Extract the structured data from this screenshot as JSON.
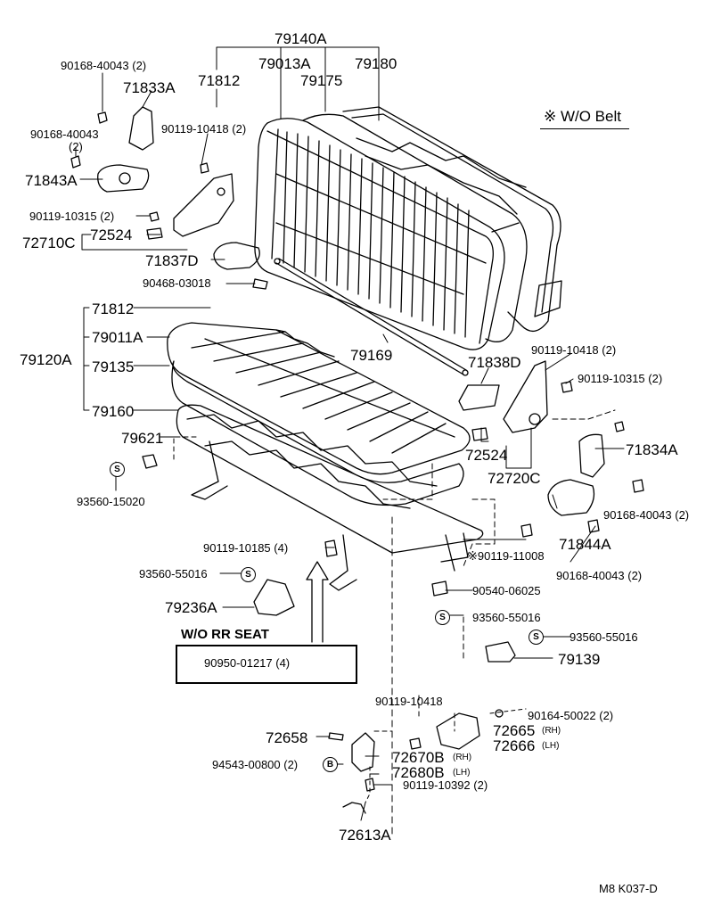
{
  "note_wo_belt": "※ W/O Belt",
  "box_title": "W/O RR SEAT",
  "box_part": "90950-01217 (4)",
  "diagram_code": "M8  K037-D",
  "symbols": {
    "s": "S",
    "b": "B"
  },
  "parts": {
    "p79140A": "79140A",
    "p79013A": "79013A",
    "p79180": "79180",
    "p79175": "79175",
    "p71812_top": "71812",
    "p90168_40043_a": "90168-40043 (2)",
    "p71833A": "71833A",
    "p90168_40043_b": "90168-40043",
    "p90168_40043_b2": "(2)",
    "p71843A": "71843A",
    "p90119_10418_top": "90119-10418 (2)",
    "p90119_10315_top": "90119-10315 (2)",
    "p72710C": "72710C",
    "p72524_top": "72524",
    "p71837D": "71837D",
    "p90468_03018": "90468-03018",
    "p71812_mid": "71812",
    "p79011A": "79011A",
    "p79120A": "79120A",
    "p79135": "79135",
    "p79160": "79160",
    "p79169": "79169",
    "p79621": "79621",
    "p93560_15020": "93560-15020",
    "p71838D": "71838D",
    "p90119_10418_right": "90119-10418 (2)",
    "p90119_10315_right": "90119-10315 (2)",
    "p72524_right": "72524",
    "p71834A": "71834A",
    "p72720C": "72720C",
    "p90168_40043_right": "90168-40043 (2)",
    "p71844A": "71844A",
    "p90119_11008": "※90119-11008",
    "p90168_40043_right2": "90168-40043 (2)",
    "p90119_10185": "90119-10185 (4)",
    "p93560_55016_a": "93560-55016",
    "p90540_06025": "90540-06025",
    "p79236A": "79236A",
    "p93560_55016_b": "93560-55016",
    "p93560_55016_c": "93560-55016",
    "p79139": "79139",
    "p90119_10418_low": "90119-10418",
    "p90164_50022": "90164-50022 (2)",
    "p72658": "72658",
    "p72665": "72665",
    "p72665_side": "(RH)",
    "p72666": "72666",
    "p72666_side": "(LH)",
    "p94543_00800": "94543-00800 (2)",
    "p72670B": "72670B",
    "p72670B_side": "(RH)",
    "p72680B": "72680B",
    "p72680B_side": "(LH)",
    "p90119_10392": "90119-10392 (2)",
    "p72613A": "72613A"
  }
}
